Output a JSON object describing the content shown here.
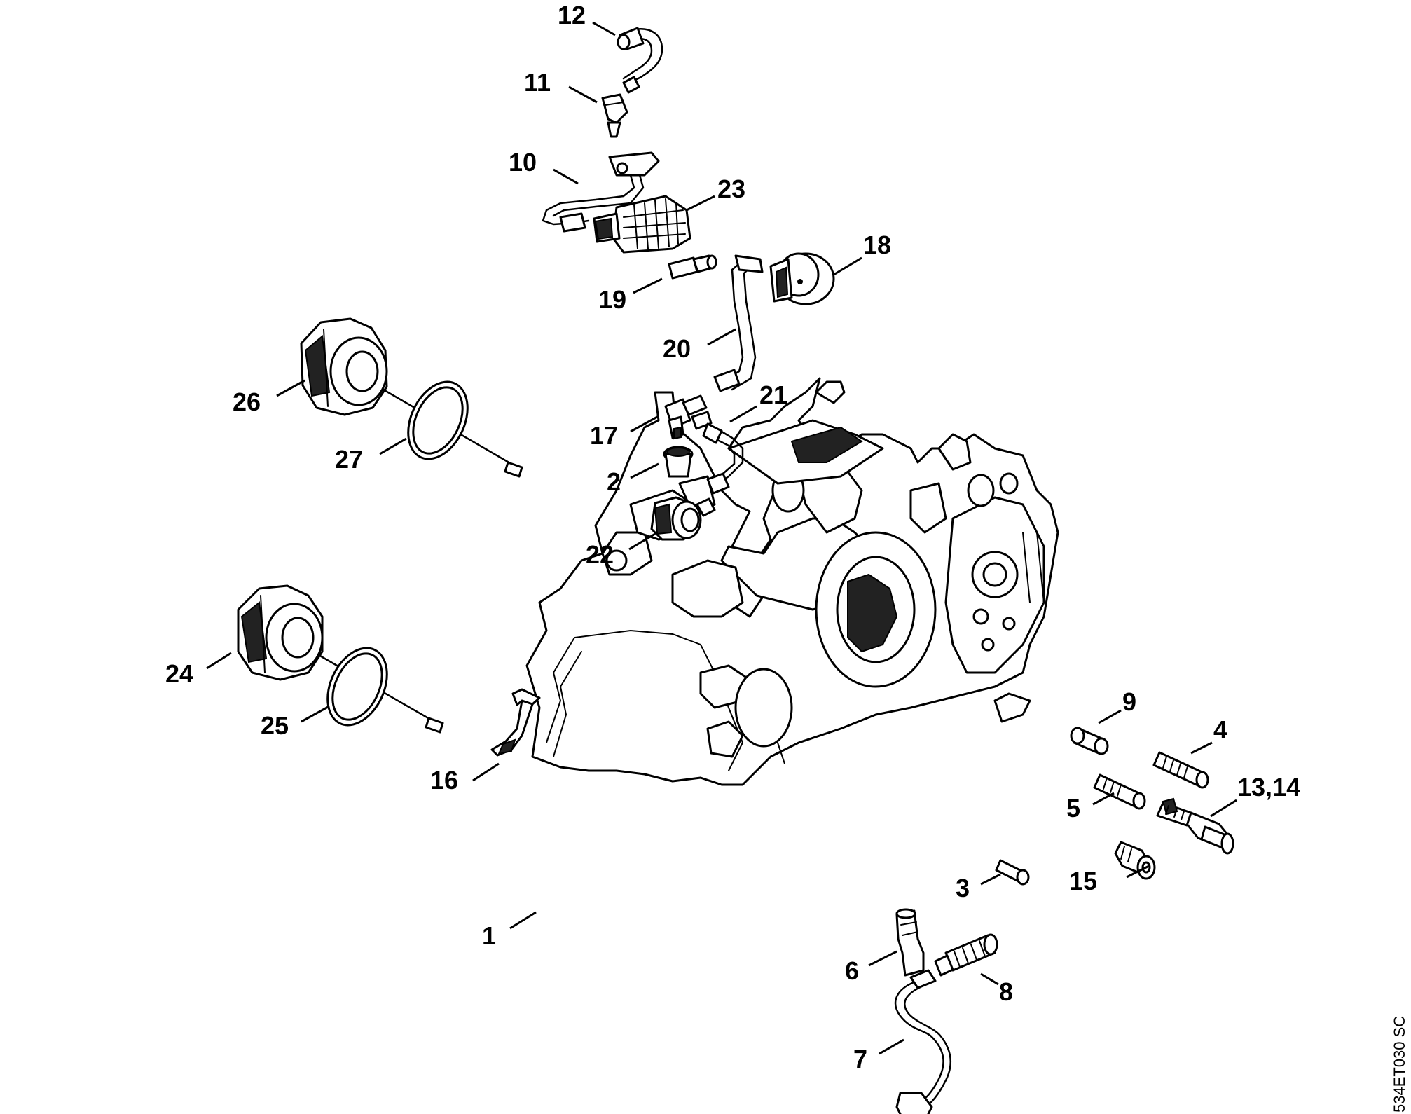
{
  "callouts": [
    {
      "id": "c1",
      "label": "1"
    },
    {
      "id": "c2",
      "label": "2"
    },
    {
      "id": "c3",
      "label": "3"
    },
    {
      "id": "c4",
      "label": "4"
    },
    {
      "id": "c5",
      "label": "5"
    },
    {
      "id": "c6",
      "label": "6"
    },
    {
      "id": "c7",
      "label": "7"
    },
    {
      "id": "c8",
      "label": "8"
    },
    {
      "id": "c9",
      "label": "9"
    },
    {
      "id": "c10",
      "label": "10"
    },
    {
      "id": "c11",
      "label": "11"
    },
    {
      "id": "c12",
      "label": "12"
    },
    {
      "id": "c13",
      "label": "13,14"
    },
    {
      "id": "c15",
      "label": "15"
    },
    {
      "id": "c16",
      "label": "16"
    },
    {
      "id": "c17",
      "label": "17"
    },
    {
      "id": "c18",
      "label": "18"
    },
    {
      "id": "c19",
      "label": "19"
    },
    {
      "id": "c20",
      "label": "20"
    },
    {
      "id": "c21",
      "label": "21"
    },
    {
      "id": "c22",
      "label": "22"
    },
    {
      "id": "c23",
      "label": "23"
    },
    {
      "id": "c24",
      "label": "24"
    },
    {
      "id": "c25",
      "label": "25"
    },
    {
      "id": "c26",
      "label": "26"
    },
    {
      "id": "c27",
      "label": "27"
    }
  ],
  "document_id": "534ET030 SC"
}
